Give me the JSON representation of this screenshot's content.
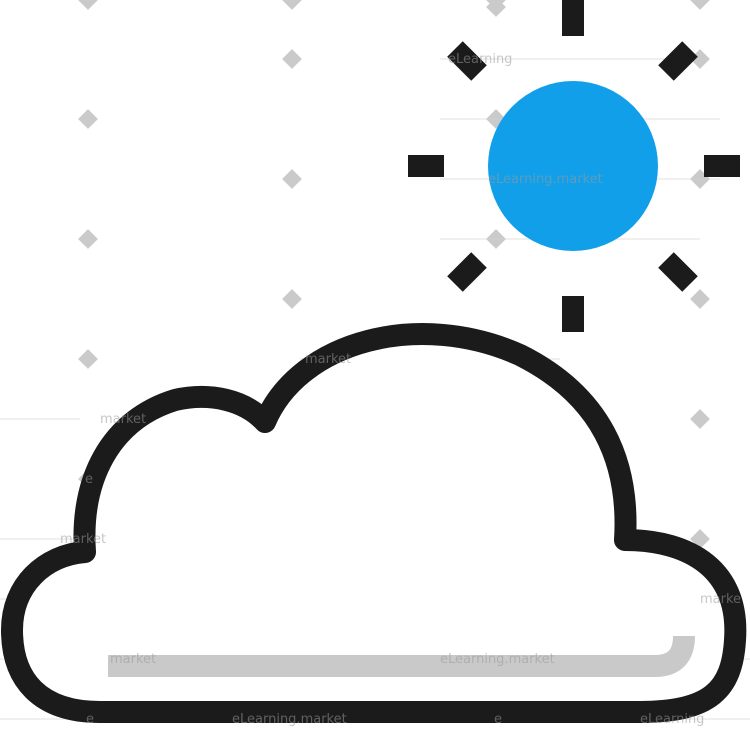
{
  "image": {
    "subject": "partly-cloudy-weather-icon",
    "colors": {
      "sun": "#129fea",
      "outline": "#1b1b1b",
      "shadow": "#c9c9c9",
      "background": "#ffffff",
      "watermark": "#b5b5b5"
    }
  },
  "watermark": {
    "text": "eLearning.market",
    "fragment_market": "market",
    "fragment_marke": "marke",
    "fragment_learning": "eLearning",
    "fragment_e": "e"
  }
}
